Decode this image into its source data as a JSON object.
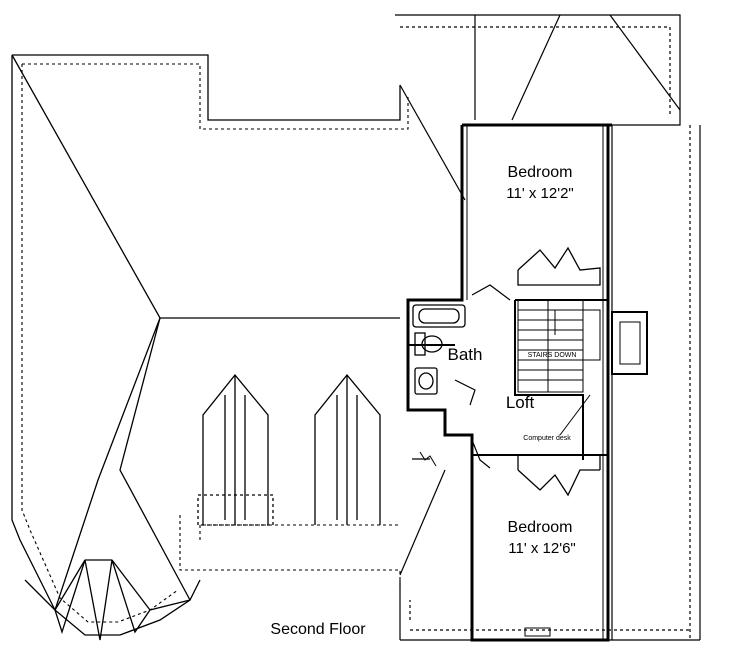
{
  "rooms": {
    "bedroom_top": {
      "name": "Bedroom",
      "size": "11' x 12'2\""
    },
    "bedroom_bottom": {
      "name": "Bedroom",
      "size": "11' x 12'6\""
    },
    "bath": "Bath",
    "loft": "Loft"
  },
  "notes": {
    "stairs": "STAIRS DOWN",
    "desk": "Computer desk"
  },
  "caption": "Second Floor"
}
